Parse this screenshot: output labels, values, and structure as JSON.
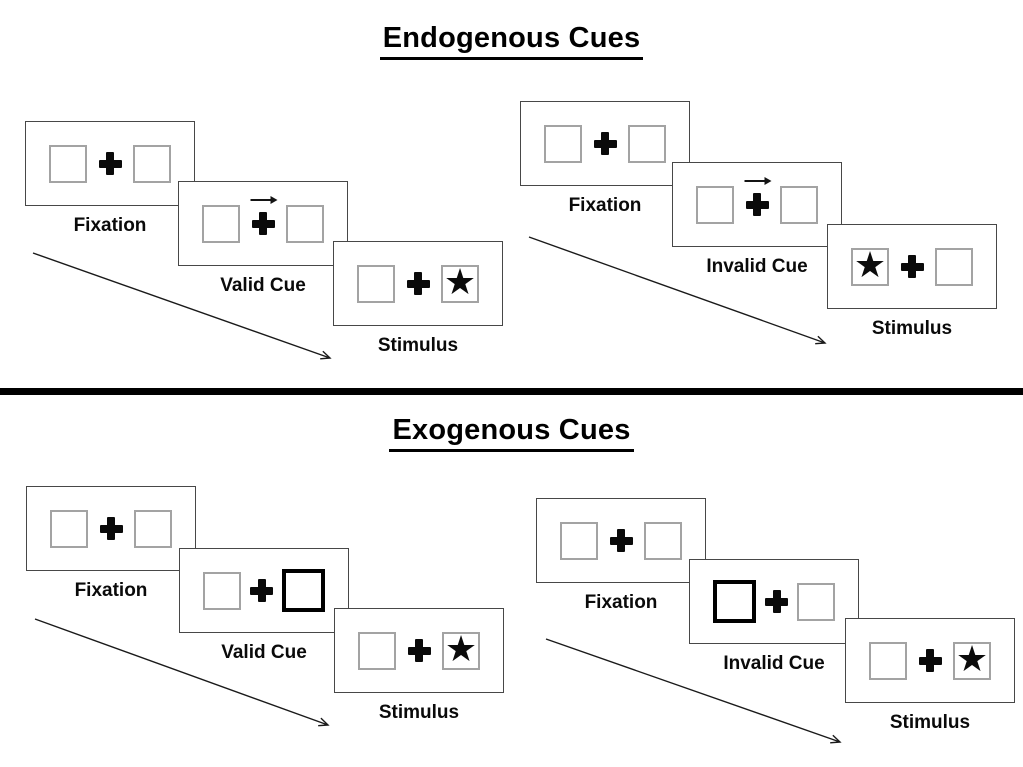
{
  "figure": {
    "background": "#ffffff",
    "divider_color": "#000000"
  },
  "colors": {
    "panel_border": "#474747",
    "box_border": "#a3a3a3",
    "bold_box_border": "#000000",
    "ink": "#0d0d0d"
  },
  "glyphs": {
    "star": "★"
  },
  "sections": [
    {
      "name": "endogenous",
      "title": "Endogenous Cues",
      "sequences": [
        {
          "name": "valid-trial",
          "panels": [
            {
              "label": "Fixation",
              "left_box": "plain",
              "right_box": "plain",
              "cue_arrow": false
            },
            {
              "label": "Valid Cue",
              "left_box": "plain",
              "right_box": "plain",
              "cue_arrow": true
            },
            {
              "label": "Stimulus",
              "left_box": "plain",
              "right_box": "star",
              "cue_arrow": false
            }
          ]
        },
        {
          "name": "invalid-trial",
          "panels": [
            {
              "label": "Fixation",
              "left_box": "plain",
              "right_box": "plain",
              "cue_arrow": false
            },
            {
              "label": "Invalid Cue",
              "left_box": "plain",
              "right_box": "plain",
              "cue_arrow": true
            },
            {
              "label": "Stimulus",
              "left_box": "star",
              "right_box": "plain",
              "cue_arrow": false
            }
          ]
        }
      ]
    },
    {
      "name": "exogenous",
      "title": "Exogenous Cues",
      "sequences": [
        {
          "name": "valid-trial",
          "panels": [
            {
              "label": "Fixation",
              "left_box": "plain",
              "right_box": "plain",
              "cue_arrow": false
            },
            {
              "label": "Valid Cue",
              "left_box": "plain",
              "right_box": "bold",
              "cue_arrow": false
            },
            {
              "label": "Stimulus",
              "left_box": "plain",
              "right_box": "star",
              "cue_arrow": false
            }
          ]
        },
        {
          "name": "invalid-trial",
          "panels": [
            {
              "label": "Fixation",
              "left_box": "plain",
              "right_box": "plain",
              "cue_arrow": false
            },
            {
              "label": "Invalid Cue",
              "left_box": "bold",
              "right_box": "plain",
              "cue_arrow": false
            },
            {
              "label": "Stimulus",
              "left_box": "plain",
              "right_box": "star",
              "cue_arrow": false
            }
          ]
        }
      ]
    }
  ]
}
